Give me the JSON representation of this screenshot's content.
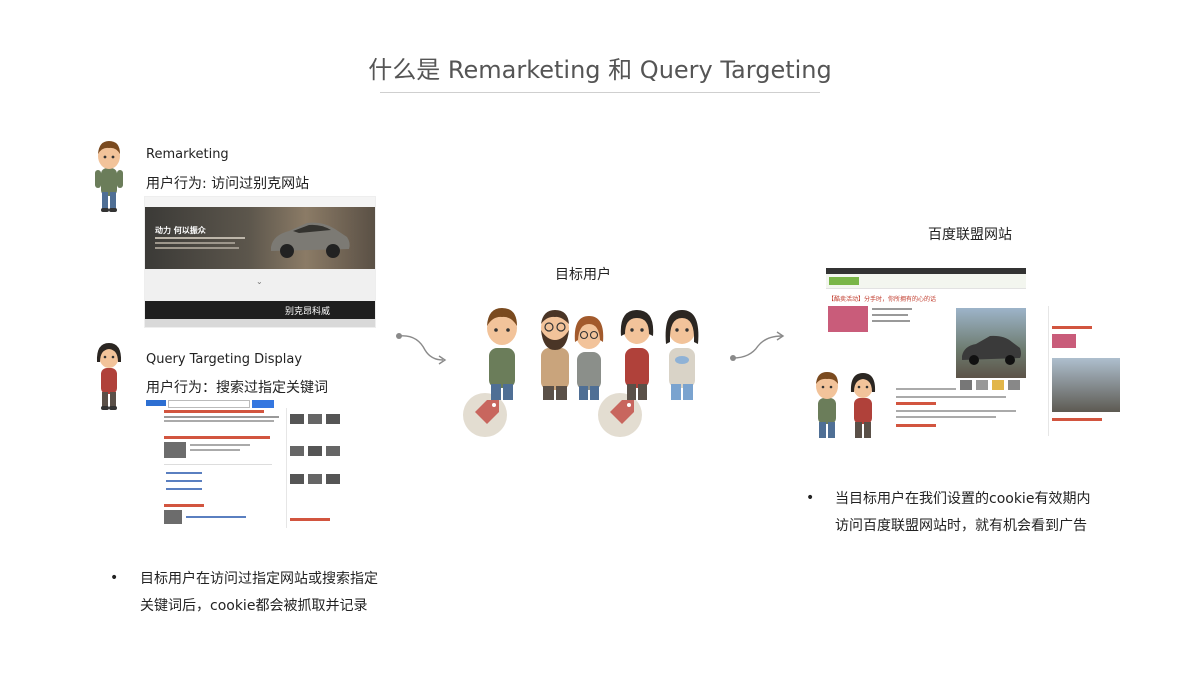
{
  "slide": {
    "title": "什么是 Remarketing 和 Query Targeting"
  },
  "remarketing": {
    "label": "Remarketing",
    "behavior": "用户行为: 访问过别克网站",
    "site_banner_line1": "动力 何以振众",
    "site_footer_text": "别克昂科威"
  },
  "query_targeting": {
    "label": "Query Targeting Display",
    "behavior": "用户行为：搜索过指定关键词"
  },
  "target_users": {
    "label": "目标用户"
  },
  "baidu_union": {
    "label": "百度联盟网站",
    "site_heading": "【酷卖活动】分手时，你所拥有的心的话"
  },
  "notes": {
    "left": [
      "目标用户在访问过指定网站或搜索指定",
      "关键词后，cookie都会被抓取并记录"
    ],
    "right": [
      "当目标用户在我们设置的cookie有效期内",
      "访问百度联盟网站时，就有机会看到广告"
    ],
    "bullet_char": "•"
  },
  "colors": {
    "tag": "#c8665e",
    "tag_circle": "#e3ddd1",
    "skin": "#f2c39a",
    "hair_brown": "#7a4a1f",
    "hair_black": "#2b2622",
    "shirt_green": "#6b7d5a",
    "shirt_red": "#b0413a",
    "jeans": "#4f6f95",
    "arrow": "#8a8a8a"
  }
}
